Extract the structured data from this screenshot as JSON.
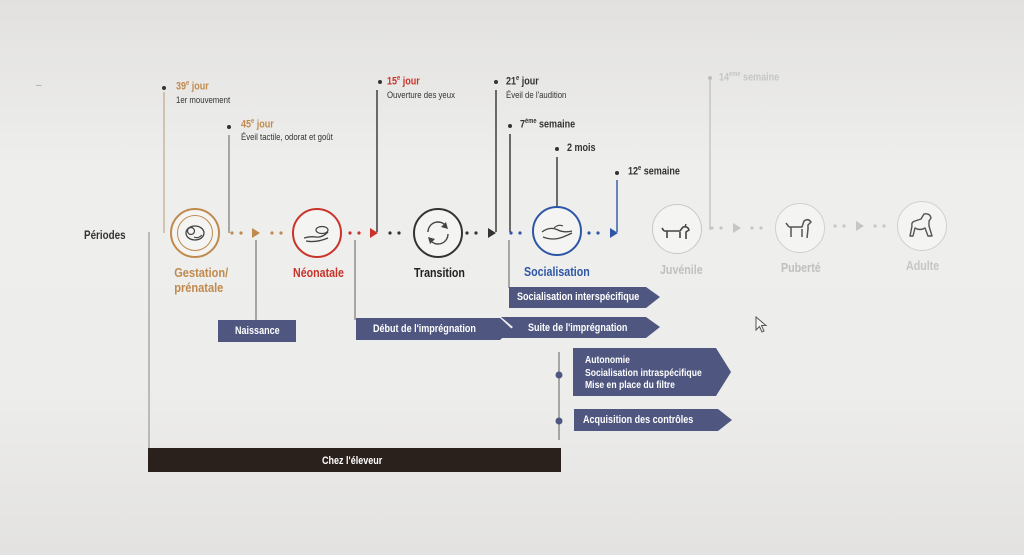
{
  "colors": {
    "gestation": "#c08a4e",
    "neonatale": "#c9332a",
    "transition": "#333333",
    "socialisation": "#2d57a6",
    "faded": "#b6b6b6",
    "banner": "#4f5680",
    "bar": "#2b211c"
  },
  "periods_label": "Périodes",
  "milestones": {
    "j39": {
      "day": "39",
      "sup": "e",
      "unit": "jour",
      "desc": "1er mouvement"
    },
    "j45": {
      "day": "45",
      "sup": "e",
      "unit": "jour",
      "desc": "Éveil tactile, odorat et goût"
    },
    "j15": {
      "day": "15",
      "sup": "e",
      "unit": "jour",
      "desc": "Ouverture des yeux"
    },
    "j21": {
      "day": "21",
      "sup": "e",
      "unit": "jour",
      "desc": "Éveil de l'audition"
    },
    "w7": {
      "num": "7",
      "sup": "ème",
      "unit": "semaine"
    },
    "m2": {
      "text": "2 mois"
    },
    "w12": {
      "num": "12",
      "sup": "e",
      "unit": "semaine"
    },
    "w14": {
      "num": "14",
      "sup": "ème",
      "unit": "semaine"
    }
  },
  "periods": [
    {
      "name": "Gestation/ prénatale",
      "line1": "Gestation/",
      "line2": "prénatale",
      "icon": "fetus-icon"
    },
    {
      "name": "Néonatale",
      "icon": "newborn-hand-icon"
    },
    {
      "name": "Transition",
      "icon": "cycle-arrows-icon"
    },
    {
      "name": "Socialisation",
      "icon": "hands-icon"
    },
    {
      "name": "Juvénile",
      "icon": "puppy-icon"
    },
    {
      "name": "Puberté",
      "icon": "young-dog-icon"
    },
    {
      "name": "Adulte",
      "icon": "adult-dog-icon"
    }
  ],
  "banners": {
    "naissance": "Naissance",
    "debut_impregnation": "Début de l'imprégnation",
    "suite_impregnation": "Suite de l'imprégnation",
    "socialisation_interspecifique": "Socialisation interspécifique",
    "autonomie": [
      "Autonomie",
      "Socialisation intraspécifique",
      "Mise en place du filtre"
    ],
    "acquisition": "Acquisition des contrôles"
  },
  "bar_label": "Chez l'éleveur"
}
